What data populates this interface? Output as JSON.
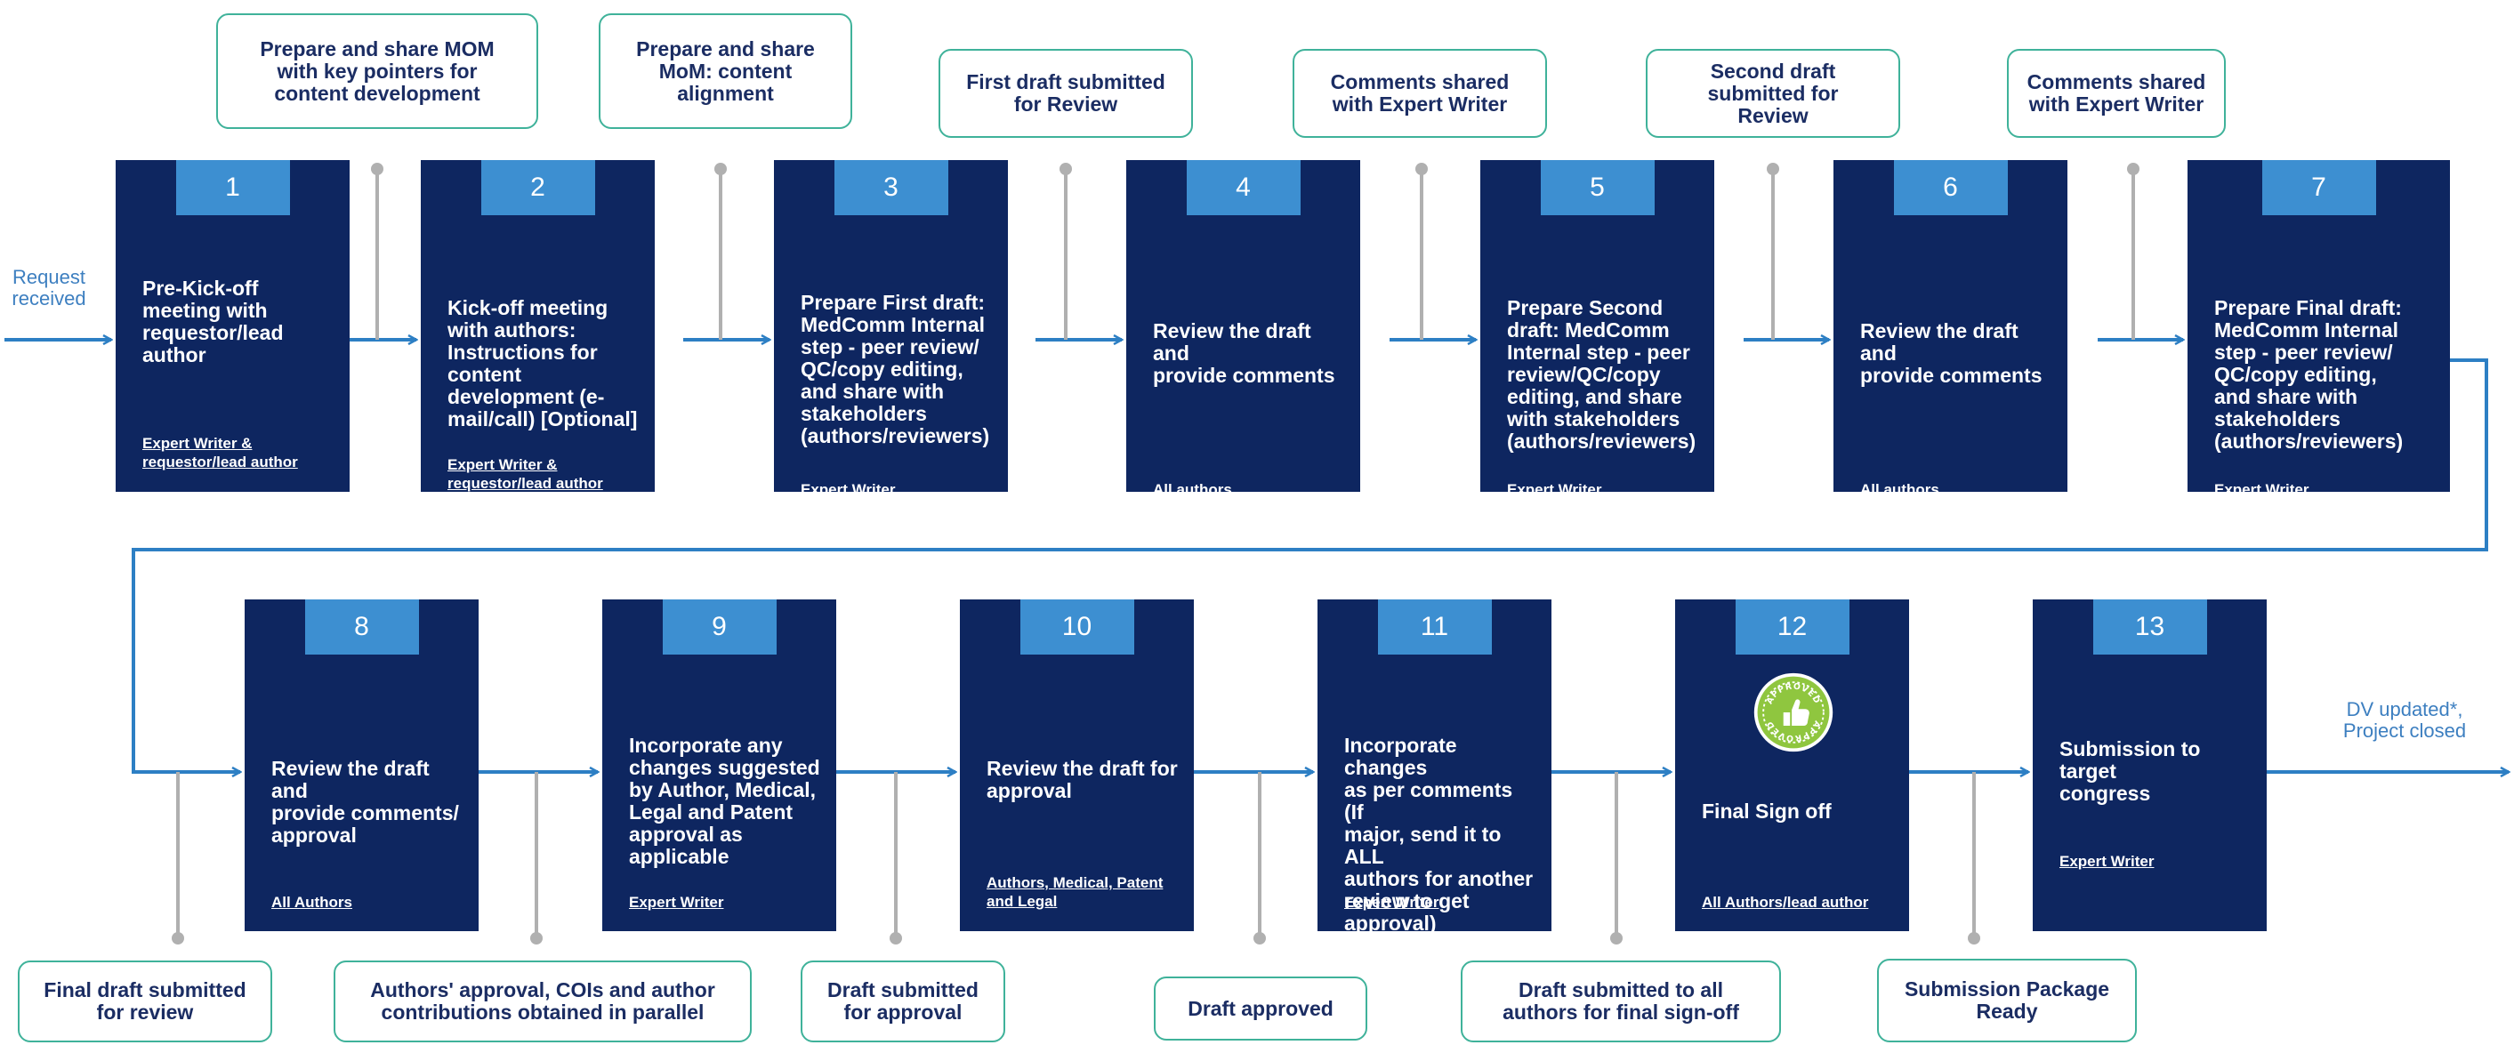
{
  "colors": {
    "box": "#0e2660",
    "number_tab": "#3d8fd1",
    "arrow": "#2d7fc4",
    "note_border": "#3fb29a",
    "note_text": "#1b2d63",
    "connector": "#b0b0b0"
  },
  "start_label": "Request\nreceived",
  "end_label": "DV updated*,\nProject closed",
  "steps": [
    {
      "num": "1",
      "text": "Pre-Kick-off\nmeeting with\nrequestor/lead\nauthor",
      "owner": "Expert Writer &\nrequestor/lead\nauthor"
    },
    {
      "num": "2",
      "text": "Kick-off meeting\nwith authors:\nInstructions for\ncontent\ndevelopment (e-\nmail/call) [Optional]",
      "owner": "Expert Writer &\nrequestor/lead author"
    },
    {
      "num": "3",
      "text": "Prepare First draft:\nMedComm Internal\nstep - peer review/\nQC/copy editing,\nand share with\nstakeholders\n(authors/reviewers)",
      "owner": "Expert Writer"
    },
    {
      "num": "4",
      "text": "Review the draft and\nprovide comments",
      "owner": "All authors"
    },
    {
      "num": "5",
      "text": "Prepare Second\ndraft:  MedComm\nInternal step - peer\nreview/QC/copy\nediting, and share\nwith stakeholders\n(authors/reviewers)",
      "owner": "Expert Writer"
    },
    {
      "num": "6",
      "text": "Review the draft and\nprovide comments",
      "owner": "All authors"
    },
    {
      "num": "7",
      "text": "Prepare Final draft:\nMedComm Internal\nstep - peer review/\nQC/copy editing,\nand share with\nstakeholders\n(authors/reviewers)",
      "owner": "Expert Writer"
    },
    {
      "num": "8",
      "text": "Review the draft and\nprovide comments/\napproval",
      "owner": "All Authors"
    },
    {
      "num": "9",
      "text": "Incorporate any\nchanges  suggested\nby Author, Medical,\nLegal and Patent\napproval as\napplicable",
      "owner": "Expert Writer"
    },
    {
      "num": "10",
      "text": "Review the draft for\napproval",
      "owner": "Authors, Medical, Patent\nand Legal"
    },
    {
      "num": "11",
      "text": "Incorporate changes\nas per comments (If\nmajor, send it to ALL\nauthors for another\nreview to get\napproval)",
      "owner": "Expert Writer"
    },
    {
      "num": "12",
      "text": "Final Sign off",
      "owner": "All Authors/lead author",
      "badge_text": "APPROVED"
    },
    {
      "num": "13",
      "text": "Submission to target\ncongress",
      "owner": "Expert Writer"
    }
  ],
  "top_notes": [
    "Prepare and share MOM\nwith key pointers for\ncontent development",
    "Prepare and share\nMoM: content\nalignment",
    "First draft submitted\nfor Review",
    "Comments shared\nwith Expert Writer",
    "Second draft\nsubmitted for\nReview",
    "Comments shared\nwith Expert Writer"
  ],
  "bottom_notes": [
    "Final draft submitted\nfor review",
    "Authors' approval, COIs and author\ncontributions obtained in parallel",
    "Draft submitted\nfor approval",
    "Draft approved",
    "Draft submitted to all\nauthors for final sign-off",
    "Submission Package\nReady"
  ]
}
